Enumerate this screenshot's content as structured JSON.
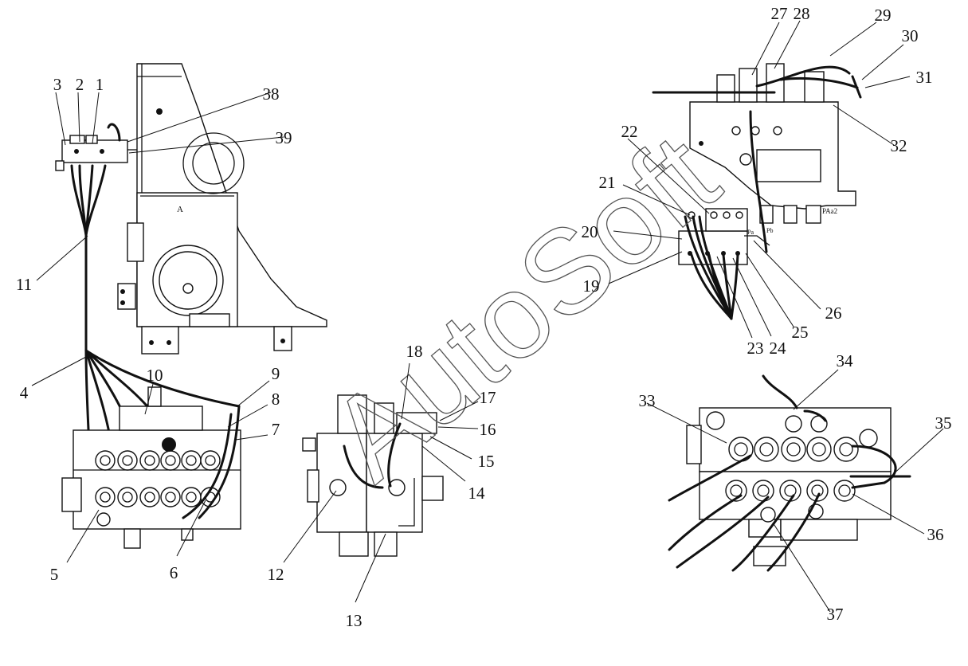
{
  "watermark": "AutoSoft",
  "callouts": [
    "1",
    "2",
    "3",
    "4",
    "5",
    "6",
    "7",
    "8",
    "9",
    "10",
    "11",
    "12",
    "13",
    "14",
    "15",
    "16",
    "17",
    "18",
    "19",
    "20",
    "21",
    "22",
    "23",
    "24",
    "25",
    "26",
    "27",
    "28",
    "29",
    "30",
    "31",
    "32",
    "33",
    "34",
    "35",
    "36",
    "37",
    "38",
    "39"
  ],
  "valve_labels": [
    "A",
    "Pa",
    "Pb",
    "PAa2"
  ]
}
